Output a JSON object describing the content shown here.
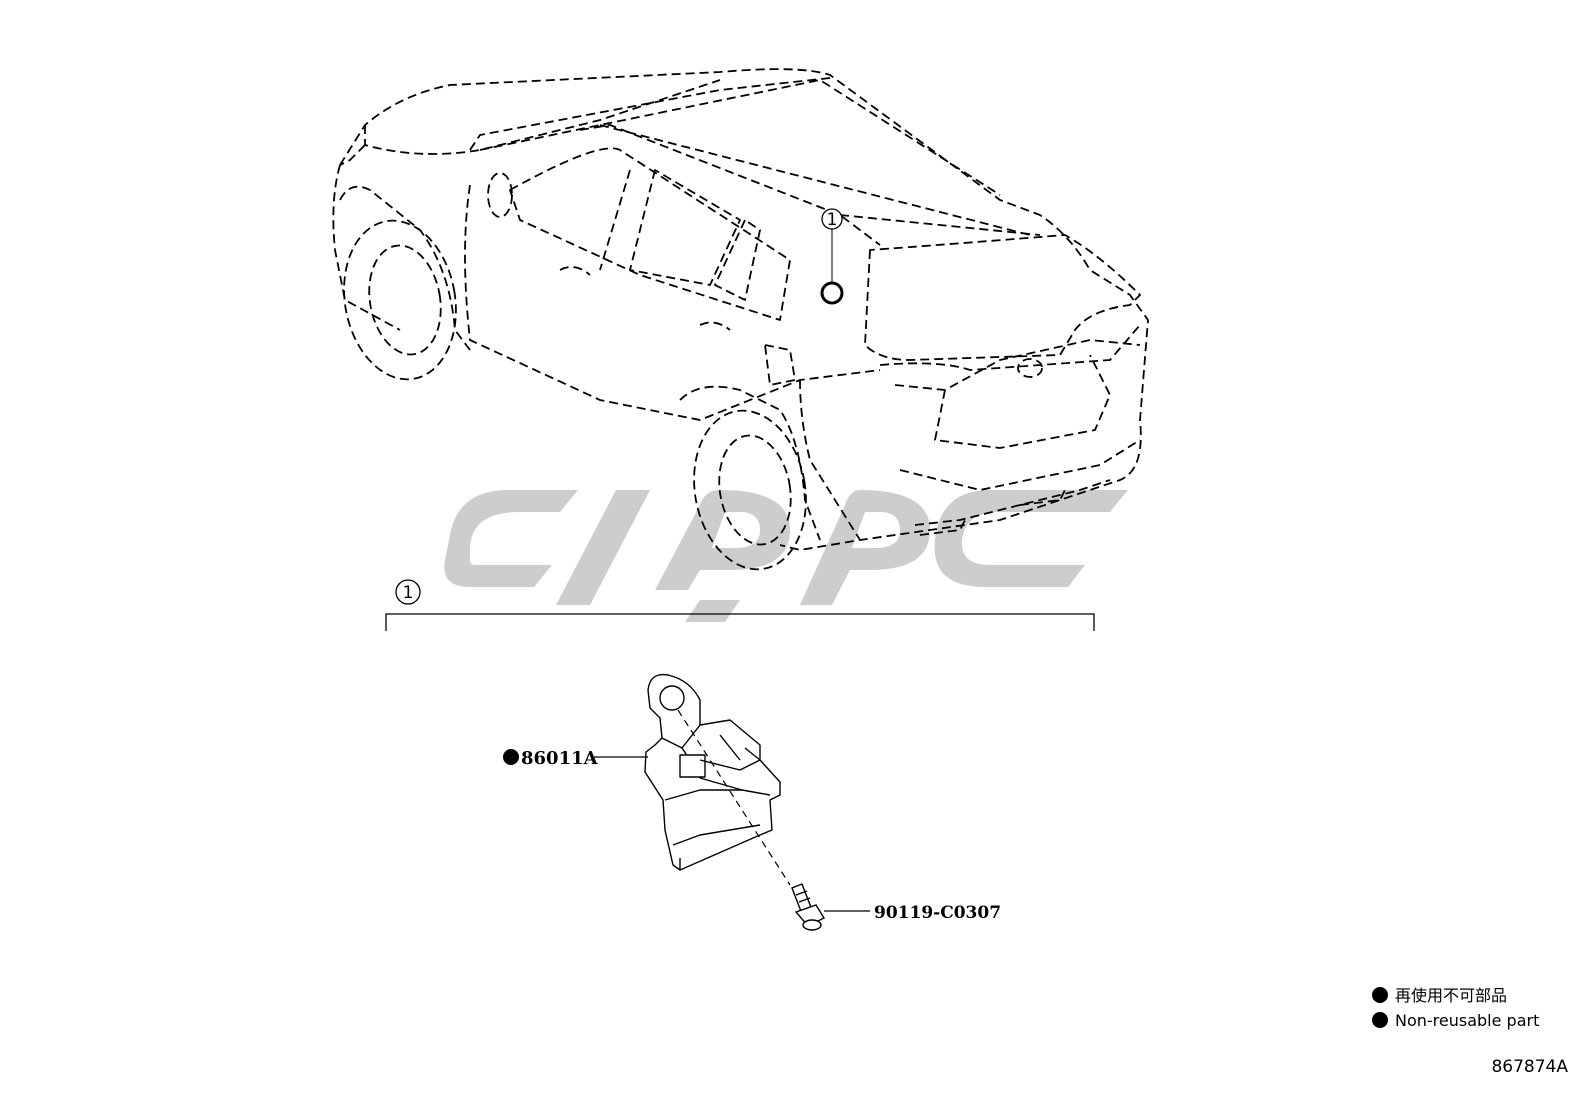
{
  "diagram": {
    "callout_marker": "1",
    "group_marker": "1",
    "parts": [
      {
        "label": "86011A",
        "non_reusable": true
      },
      {
        "label": "90119-C0307",
        "non_reusable": false
      }
    ],
    "legend": {
      "japanese": "再使用不可部品",
      "english": "Non-reusable part"
    },
    "diagram_code": "867874A",
    "colors": {
      "line": "#000000",
      "watermark": "#c8c8c8"
    },
    "icons": [
      "car-outline-icon",
      "control-module-icon",
      "bolt-icon",
      "bullet-dot-icon"
    ]
  }
}
